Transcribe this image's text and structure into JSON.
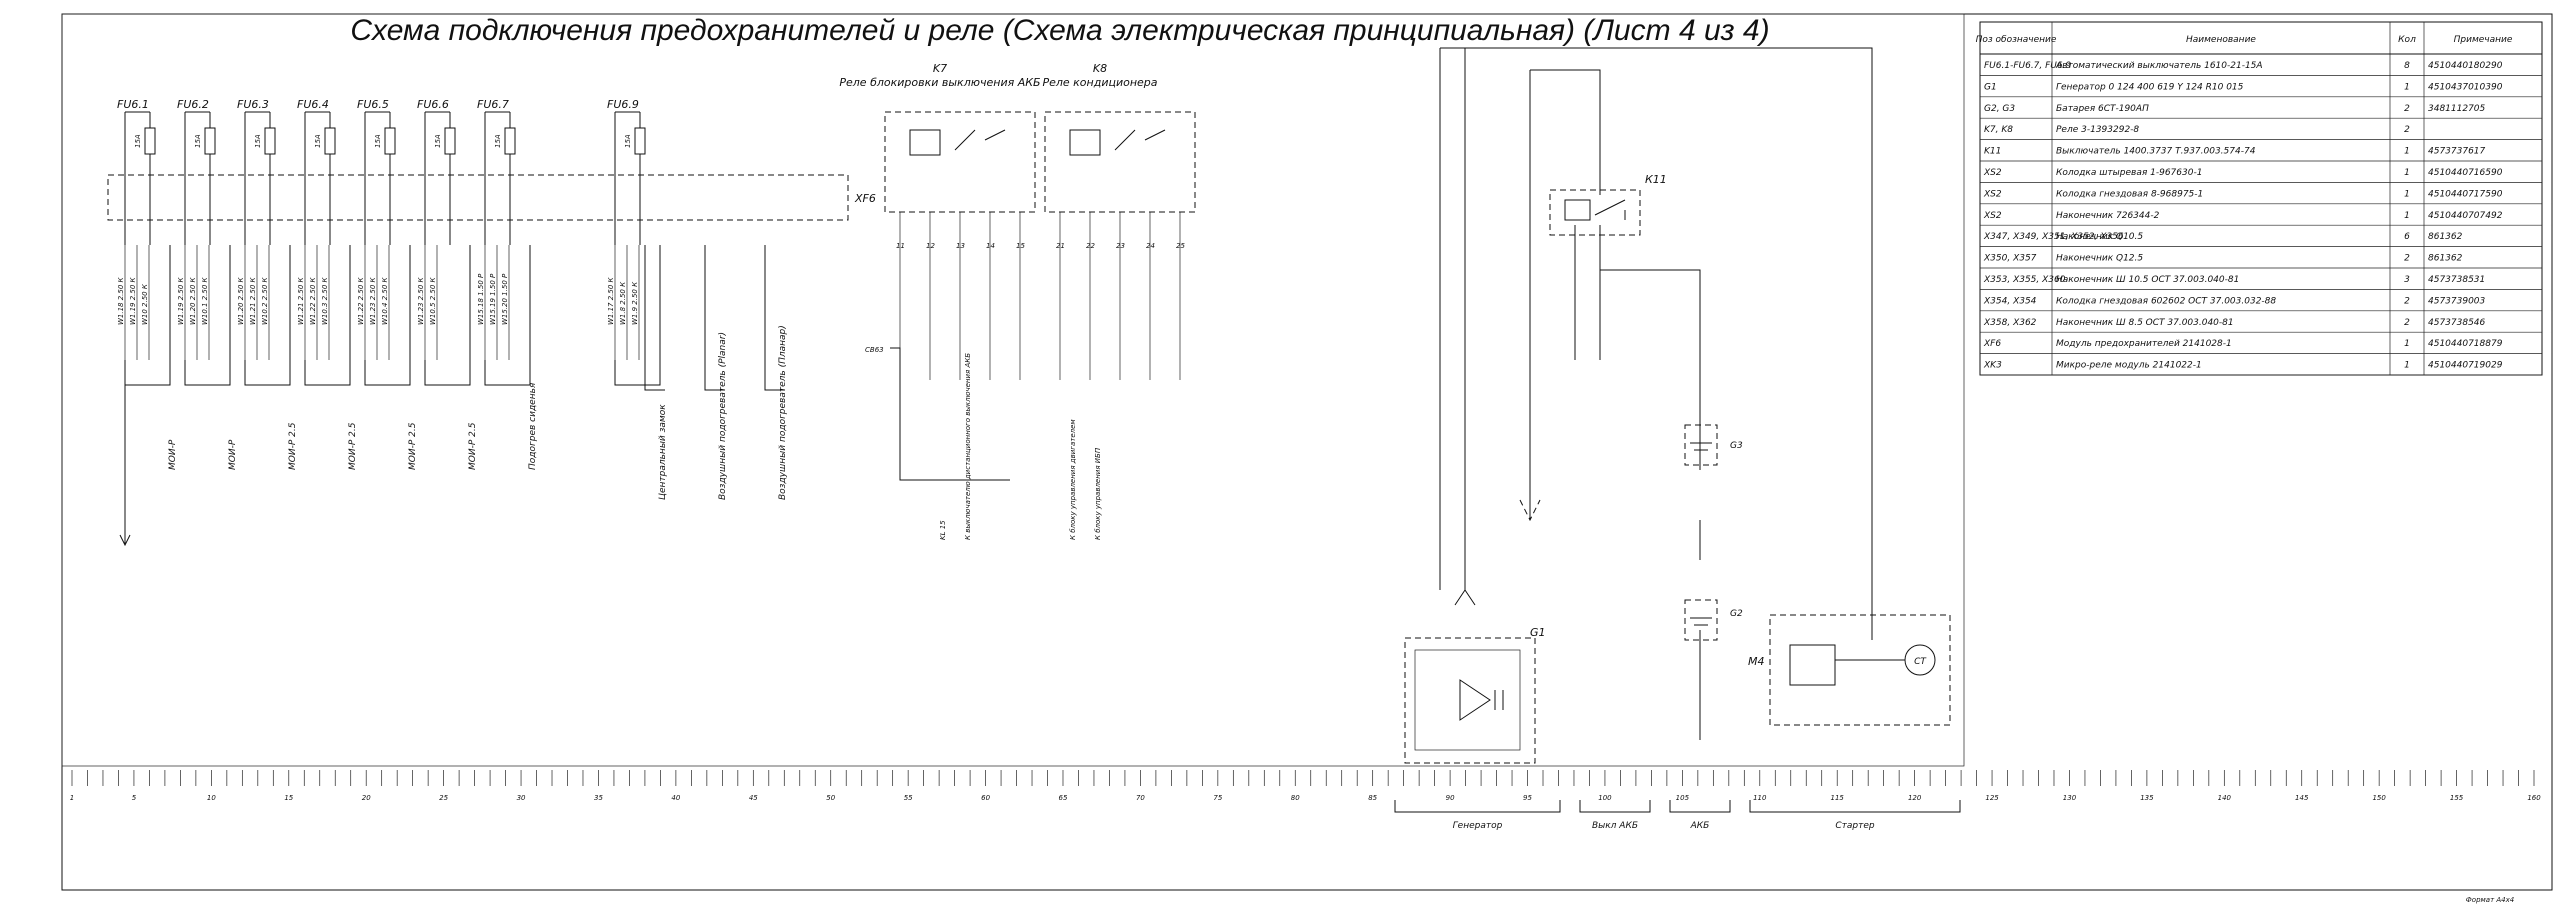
{
  "title": "Схема подключения предохранителей и реле (Схема электрическая принципиальная) (Лист 4 из 4)",
  "format_label": "Формат А4х4",
  "fuses": [
    {
      "label": "FU6.1",
      "rating": "15А",
      "wires": [
        "W1.18 2.50 К",
        "W1.19 2.50 К",
        "W10 2.50 К"
      ],
      "load": "МОИ-Р"
    },
    {
      "label": "FU6.2",
      "rating": "15А",
      "wires": [
        "W1.19 2.50 К",
        "W1.20 2.50 К",
        "W10.1 2.50 К"
      ],
      "load": "МОИ-Р"
    },
    {
      "label": "FU6.3",
      "rating": "15А",
      "wires": [
        "W1.20 2.50 К",
        "W1.21 2.50 К",
        "W10.2 2.50 К"
      ],
      "load": "МОИ-Р 2.5"
    },
    {
      "label": "FU6.4",
      "rating": "15А",
      "wires": [
        "W1.21 2.50 К",
        "W1.22 2.50 К",
        "W10.3 2.50 К"
      ],
      "load": "МОИ-Р 2.5"
    },
    {
      "label": "FU6.5",
      "rating": "15А",
      "wires": [
        "W1.22 2.50 К",
        "W1.23 2.50 К",
        "W10.4 2.50 К"
      ],
      "load": "МОИ-Р 2.5"
    },
    {
      "label": "FU6.6",
      "rating": "15А",
      "wires": [
        "W1.23 2.50 К",
        "W10.5 2.50 К"
      ],
      "load": "МОИ-Р 2.5"
    },
    {
      "label": "FU6.7",
      "rating": "15А",
      "wires": [
        "W15.18 1.50 Р",
        "W15.19 1.50 Р",
        "W15.20 1.50 Р"
      ],
      "load": "Подогрев сиденья"
    },
    {
      "label": "FU6.9",
      "rating": "15А",
      "wires": [
        "W1.17 2.50 К",
        "W1.8 2.50 К",
        "W1.9 2.50 К"
      ],
      "load": ""
    }
  ],
  "fuse_block_label": "XF6",
  "fuse_loads_extra": [
    "Центральный замок",
    "Воздушный подогреватель (Planar)",
    "Воздушный подогреватель (Планар)"
  ],
  "relays": [
    {
      "id": "K7",
      "name": "Реле блокировки выключения АКБ",
      "pins": [
        "11",
        "12",
        "13",
        "14",
        "15"
      ]
    },
    {
      "id": "K8",
      "name": "Реле кондиционера",
      "pins": [
        "21",
        "22",
        "23",
        "24",
        "25"
      ]
    }
  ],
  "relay_notes": [
    "KL 15",
    "К выключателю дистанционного выключения АКБ",
    "К блоку управления двигателем",
    "К блоку управления ИБП"
  ],
  "ground_label": "СВ63",
  "scale_numbers": [
    "1",
    "5",
    "10",
    "15",
    "20",
    "25",
    "30",
    "35",
    "40",
    "45",
    "50",
    "55",
    "60",
    "65",
    "70",
    "75",
    "80",
    "85",
    "90",
    "95",
    "100",
    "105",
    "110",
    "115",
    "120",
    "125",
    "130",
    "135",
    "140",
    "145",
    "150",
    "155",
    "160"
  ],
  "sections": [
    {
      "label": "Генератор"
    },
    {
      "label": "Выкл АКБ"
    },
    {
      "label": "АКБ"
    },
    {
      "label": "Стартер"
    }
  ],
  "components": {
    "g1": "G1",
    "g2": "G2",
    "g3": "G3",
    "k11": "К11",
    "m4": "М4",
    "st": "СТ"
  },
  "bom": {
    "headers": [
      "Поз обозначение",
      "Наименование",
      "Кол",
      "Примечание"
    ],
    "rows": [
      [
        "FU6.1-FU6.7, FU6.9",
        "Автоматический выключатель 1610-21-15А",
        "8",
        "4510440180290"
      ],
      [
        "G1",
        "Генератор 0 124 400 619 Y 124 R10 015",
        "1",
        "4510437010390"
      ],
      [
        "G2, G3",
        "Батарея 6СТ-190АП",
        "2",
        "3481112705"
      ],
      [
        "K7, K8",
        "Реле 3-1393292-8",
        "2",
        ""
      ],
      [
        "K11",
        "Выключатель 1400.3737 Т.937.003.574-74",
        "1",
        "4573737617"
      ],
      [
        "XS2",
        "Колодка штыревая 1-967630-1",
        "1",
        "4510440716590"
      ],
      [
        "XS2",
        "Колодка гнездовая 8-968975-1",
        "1",
        "4510440717590"
      ],
      [
        "XS2",
        "Наконечник 726344-2",
        "1",
        "4510440707492"
      ],
      [
        "X347, X349, X351, X352, X356",
        "Наконечник Q10.5",
        "6",
        "861362"
      ],
      [
        "X350, X357",
        "Наконечник Q12.5",
        "2",
        "861362"
      ],
      [
        "X353, X355, X360",
        "Наконечник Ш 10.5 ОСТ 37.003.040-81",
        "3",
        "4573738531"
      ],
      [
        "X354, X354",
        "Колодка гнездовая 602602 ОСТ 37.003.032-88",
        "2",
        "4573739003"
      ],
      [
        "X358, X362",
        "Наконечник Ш 8.5 ОСТ 37.003.040-81",
        "2",
        "4573738546"
      ],
      [
        "XF6",
        "Модуль предохранителей 2141028-1",
        "1",
        "4510440718879"
      ],
      [
        "XK3",
        "Микро-реле модуль 2141022-1",
        "1",
        "4510440719029"
      ]
    ]
  }
}
